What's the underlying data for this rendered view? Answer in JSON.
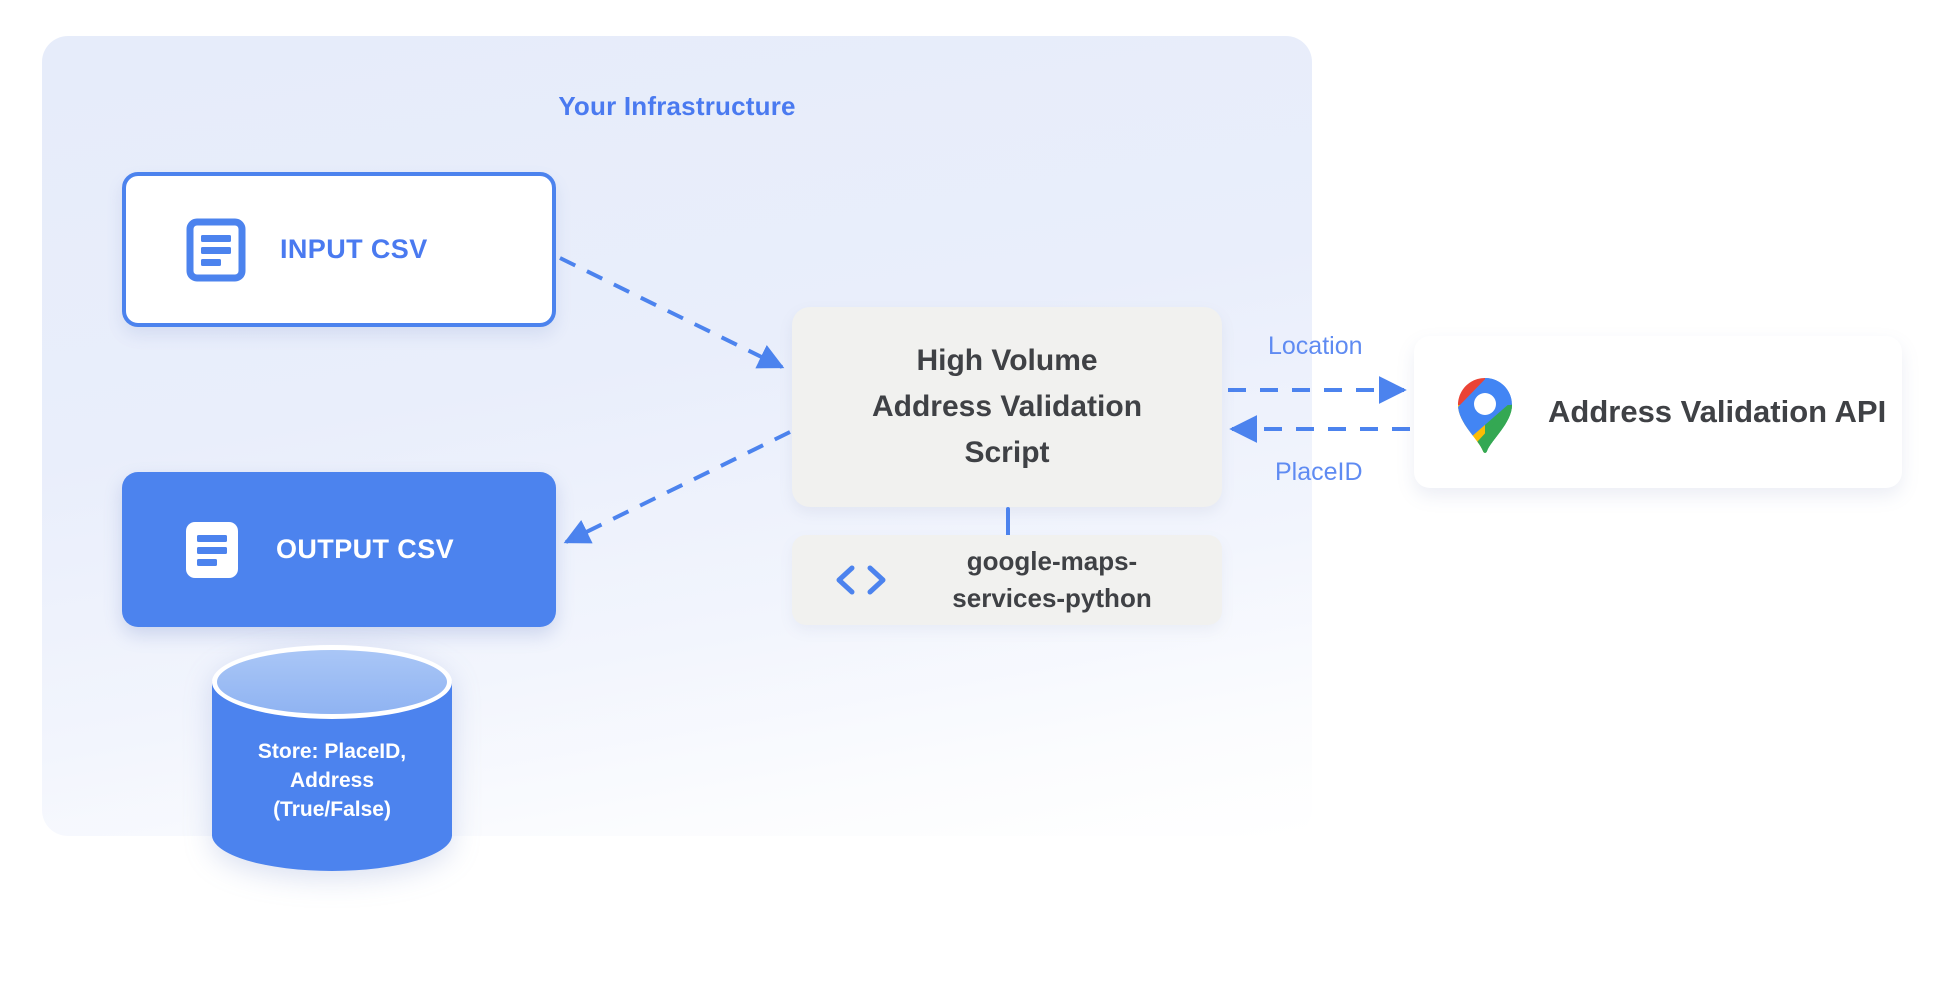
{
  "diagram": {
    "panel": {
      "title": "Your Infrastructure",
      "accent_color": "#4a7af0",
      "background_color": "#e6ecfa"
    },
    "nodes": {
      "input_csv": {
        "label": "INPUT CSV",
        "icon": "document-icon",
        "border_color": "#4c83ee",
        "background_color": "#ffffff",
        "text_color": "#4a7af0"
      },
      "output_csv": {
        "label": "OUTPUT CSV",
        "icon": "document-icon",
        "background_color": "#4c83ee",
        "text_color": "#ffffff"
      },
      "script": {
        "lines": [
          "High Volume",
          "Address Validation",
          "Script"
        ],
        "background_color": "#f1f1ef",
        "text_color": "#3f4145"
      },
      "library": {
        "label": "google-maps-\nservices-python",
        "line1": "google-maps-",
        "line2": "services-python",
        "icon": "code-brackets-icon",
        "background_color": "#f1f1ef",
        "text_color": "#3f4145"
      },
      "api": {
        "label": "Address Validation API",
        "icon": "google-maps-pin-icon",
        "background_color": "#ffffff",
        "text_color": "#3f4145"
      },
      "database": {
        "lines": [
          "Store: PlaceID,",
          "Address",
          "(True/False)"
        ],
        "icon": "database-cylinder-icon",
        "background_color": "#4c83ee",
        "top_color": "#8fb3f2",
        "text_color": "#ffffff"
      }
    },
    "edges": [
      {
        "id": "input-to-script",
        "label": "",
        "style": "dashed",
        "direction": "right",
        "color": "#4c83ee"
      },
      {
        "id": "script-to-output",
        "label": "",
        "style": "dashed",
        "direction": "left",
        "color": "#4c83ee"
      },
      {
        "id": "script-to-api",
        "label": "Location",
        "style": "dashed",
        "direction": "right",
        "color": "#4c83ee"
      },
      {
        "id": "api-to-script",
        "label": "PlaceID",
        "style": "dashed",
        "direction": "left",
        "color": "#4c83ee"
      },
      {
        "id": "script-to-library",
        "label": "",
        "style": "solid",
        "direction": "none",
        "color": "#4c83ee"
      }
    ],
    "edge_labels": {
      "location": "Location",
      "placeid": "PlaceID"
    }
  }
}
